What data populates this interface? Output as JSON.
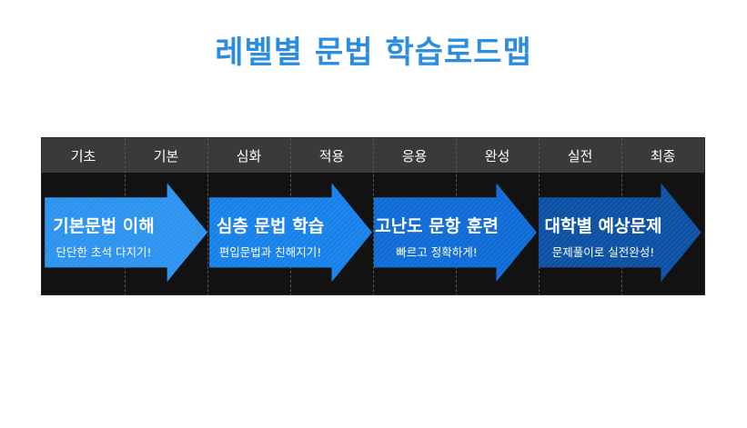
{
  "title": "레벨별 문법 학습로드맵",
  "levels": [
    "기초",
    "기본",
    "심화",
    "적용",
    "응용",
    "완성",
    "실전",
    "최종"
  ],
  "stages": [
    {
      "main": "기본문법 이해",
      "sub": "단단한 초석 다지기!",
      "color": "#2a92ef"
    },
    {
      "main": "심층 문법 학습",
      "sub": "편입문법과 친해지기!",
      "color": "#1680ea"
    },
    {
      "main": "고난도 문항 훈련",
      "sub": "빠르고 정확하게!",
      "color": "#0d6ad6"
    },
    {
      "main": "대학별 예상문제",
      "sub": "문제풀이로 실전완성!",
      "color": "#0a4fa3"
    }
  ]
}
